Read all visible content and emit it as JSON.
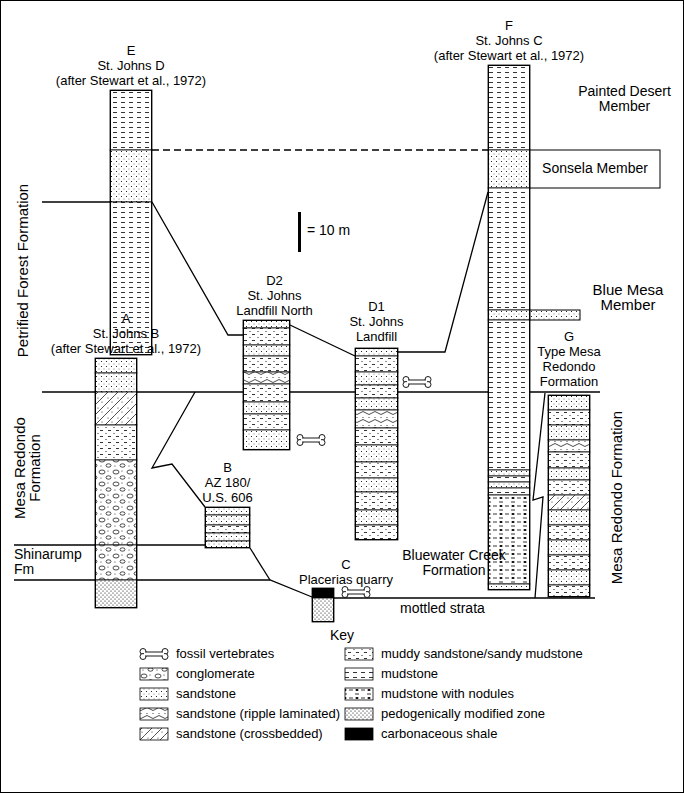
{
  "diagram": {
    "nodes": [
      {
        "text": [
          "A",
          "St. Johns B",
          "(after Stewart et al., 1972)"
        ]
      },
      {
        "text": [
          "B",
          "AZ 180/ U.S. 606"
        ]
      },
      {
        "text": [
          "C",
          "Placerias quarry"
        ]
      },
      {
        "text": [
          "D1",
          "St. Johns Landfill"
        ]
      },
      {
        "text": [
          "D2",
          "St. Johns Landfill North"
        ]
      },
      {
        "text": [
          "E",
          "St. Johns D",
          "(after Stewart et al., 1972)"
        ]
      },
      {
        "text": [
          "F",
          "St. Johns C",
          "(after Stewart et al., 1972)"
        ]
      },
      {
        "text": [
          "G",
          "Type Mesa Redondo Formation"
        ]
      }
    ],
    "edges": [
      {
        "from": 5,
        "to": 4,
        "arrow": "none"
      },
      {
        "from": 4,
        "to": 3,
        "arrow": "none"
      },
      {
        "from": 3,
        "to": 6,
        "arrow": "none"
      }
    ],
    "labels": [
      "Petrified Forest Formation",
      "Mesa Redondo Formation",
      "Shinarump Fm",
      "= 10 m",
      "Painted Desert Member",
      "Sonsela Member",
      "Blue Mesa Member",
      "Bluewater Creek Formation",
      "mottled strata",
      "Mesa Redondo Formation",
      "Key"
    ],
    "legend": [
      {
        "text": "fossil vertebrates"
      },
      {
        "text": "conglomerate"
      },
      {
        "text": "sandstone"
      },
      {
        "text": "sandstone (ripple laminated)"
      },
      {
        "text": "sandstone (crossbedded)"
      },
      {
        "text": "muddy sandstone/sandy mudstone"
      },
      {
        "text": "mudstone"
      },
      {
        "text": "mudstone with nodules"
      },
      {
        "text": "pedogenically modified zone"
      },
      {
        "text": "carbonaceous shale",
        "color": "#000000"
      }
    ]
  }
}
